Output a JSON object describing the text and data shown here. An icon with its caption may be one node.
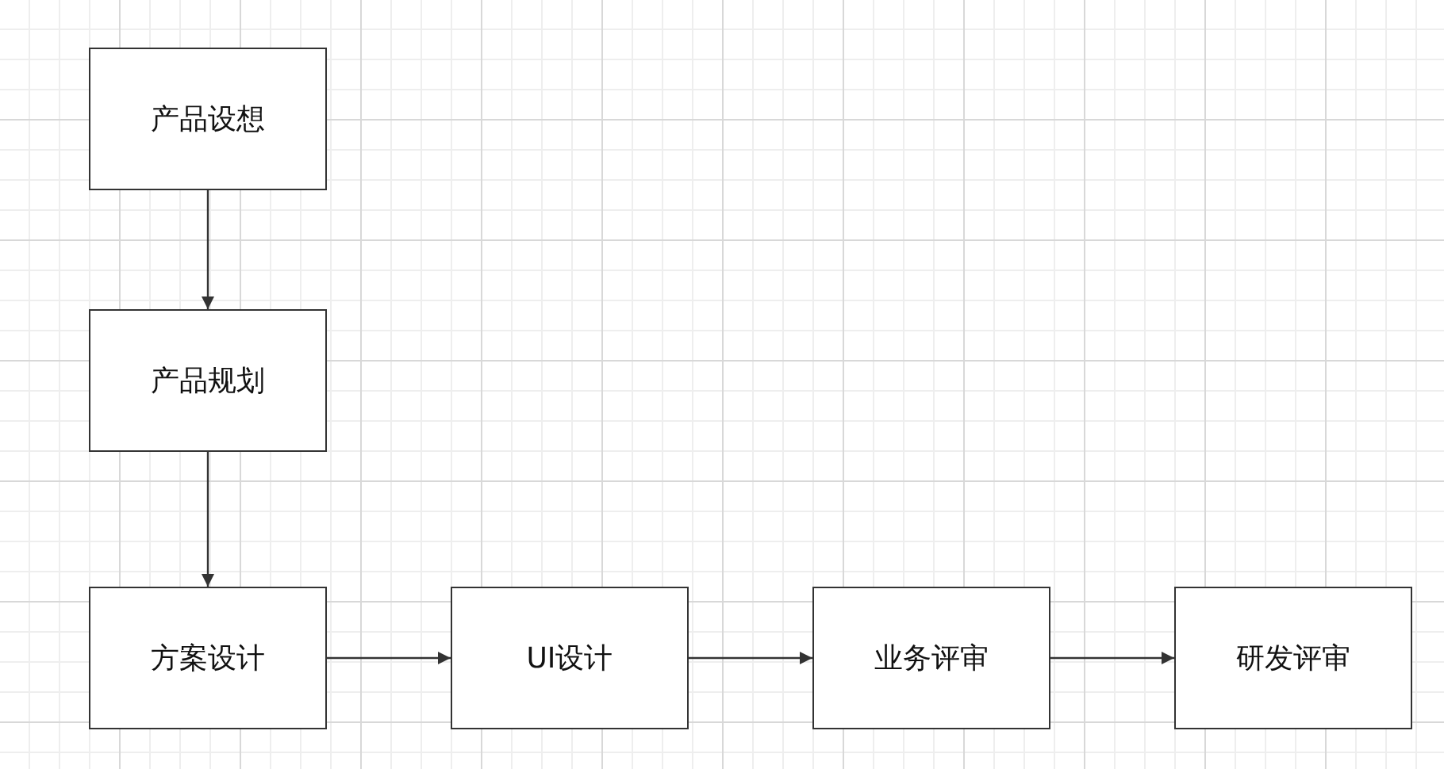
{
  "diagram": {
    "nodes": [
      {
        "text": [
          "产品设想"
        ]
      },
      {
        "text": [
          "产品规划"
        ]
      },
      {
        "text": [
          "方案设计"
        ]
      },
      {
        "text": [
          "UI设计"
        ]
      },
      {
        "text": [
          "业务评审"
        ]
      },
      {
        "text": [
          "研发评审"
        ]
      }
    ],
    "edges": [
      {
        "from": 0,
        "to": 1,
        "arrow": "to"
      },
      {
        "from": 1,
        "to": 2,
        "arrow": "to"
      },
      {
        "from": 2,
        "to": 3,
        "arrow": "to"
      },
      {
        "from": 3,
        "to": 4,
        "arrow": "to"
      },
      {
        "from": 4,
        "to": 5,
        "arrow": "to"
      }
    ]
  }
}
